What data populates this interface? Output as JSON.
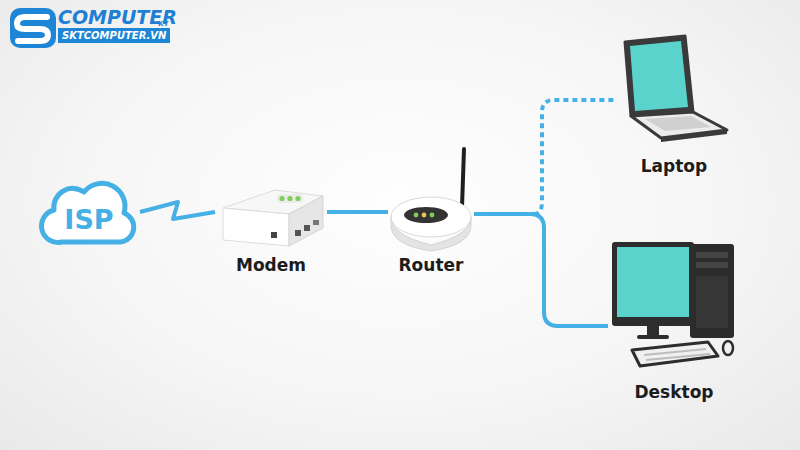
{
  "diagram": {
    "nodes": [
      {
        "text": [
          "ISP"
        ]
      },
      {
        "text": [
          "Modem"
        ]
      },
      {
        "text": [
          "Router"
        ]
      },
      {
        "text": [
          "Laptop"
        ]
      },
      {
        "text": [
          "Desktop"
        ]
      }
    ],
    "edges": [
      {
        "from": 0,
        "to": 1,
        "arrow": "none"
      },
      {
        "from": 1,
        "to": 2,
        "arrow": "none"
      },
      {
        "from": 2,
        "to": 3,
        "arrow": "none"
      },
      {
        "from": 2,
        "to": 4,
        "arrow": "none"
      }
    ],
    "labels": [
      "COMPUTER",
      "KY",
      "SKTCOMPUTER.VN"
    ]
  }
}
